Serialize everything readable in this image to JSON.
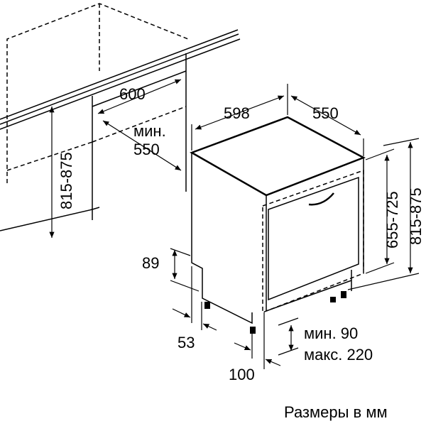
{
  "niche": {
    "width_label": "600",
    "depth_min_label": "мин.",
    "depth_value_label": "550",
    "height_label": "815-875"
  },
  "appliance": {
    "width_label": "598",
    "depth_label": "550",
    "door_height_label": "655-725",
    "total_height_label": "815-875",
    "plinth_height_label": "89",
    "plinth_offset_label": "53",
    "foot_offset_label": "100",
    "foot_min_label": "мин. 90",
    "foot_max_label": "макс. 220"
  },
  "caption": "Размеры в мм"
}
